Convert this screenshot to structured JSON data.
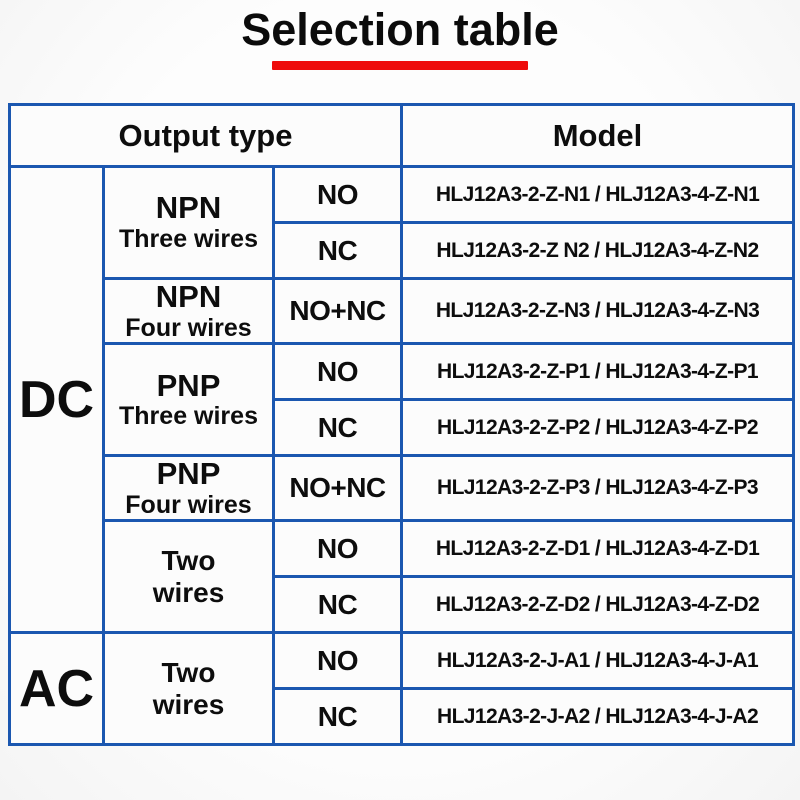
{
  "page": {
    "title": "Selection table"
  },
  "colors": {
    "border_blue": "#1b57b0",
    "underline_red": "#ee0c0c",
    "text": "#0d0d0d"
  },
  "table": {
    "headers": {
      "output_type": "Output type",
      "model": "Model"
    },
    "sections": [
      {
        "power": "DC",
        "groups": [
          {
            "type_line1": "NPN",
            "type_line2": "Three wires",
            "rows": [
              {
                "contact": "NO",
                "model": "HLJ12A3-2-Z-N1 / HLJ12A3-4-Z-N1"
              },
              {
                "contact": "NC",
                "model": "HLJ12A3-2-Z N2 / HLJ12A3-4-Z-N2"
              }
            ]
          },
          {
            "type_line1": "NPN",
            "type_line2": "Four wires",
            "rows": [
              {
                "contact": "NO+NC",
                "model": "HLJ12A3-2-Z-N3 / HLJ12A3-4-Z-N3"
              }
            ]
          },
          {
            "type_line1": "PNP",
            "type_line2": "Three wires",
            "rows": [
              {
                "contact": "NO",
                "model": "HLJ12A3-2-Z-P1 / HLJ12A3-4-Z-P1"
              },
              {
                "contact": "NC",
                "model": "HLJ12A3-2-Z-P2 / HLJ12A3-4-Z-P2"
              }
            ]
          },
          {
            "type_line1": "PNP",
            "type_line2": "Four wires",
            "rows": [
              {
                "contact": "NO+NC",
                "model": "HLJ12A3-2-Z-P3 / HLJ12A3-4-Z-P3"
              }
            ]
          },
          {
            "type_line1": "Two",
            "type_line2": "wires",
            "rows": [
              {
                "contact": "NO",
                "model": "HLJ12A3-2-Z-D1 / HLJ12A3-4-Z-D1"
              },
              {
                "contact": "NC",
                "model": "HLJ12A3-2-Z-D2 / HLJ12A3-4-Z-D2"
              }
            ]
          }
        ]
      },
      {
        "power": "AC",
        "groups": [
          {
            "type_line1": "Two",
            "type_line2": "wires",
            "rows": [
              {
                "contact": "NO",
                "model": "HLJ12A3-2-J-A1 / HLJ12A3-4-J-A1"
              },
              {
                "contact": "NC",
                "model": "HLJ12A3-2-J-A2 / HLJ12A3-4-J-A2"
              }
            ]
          }
        ]
      }
    ]
  }
}
